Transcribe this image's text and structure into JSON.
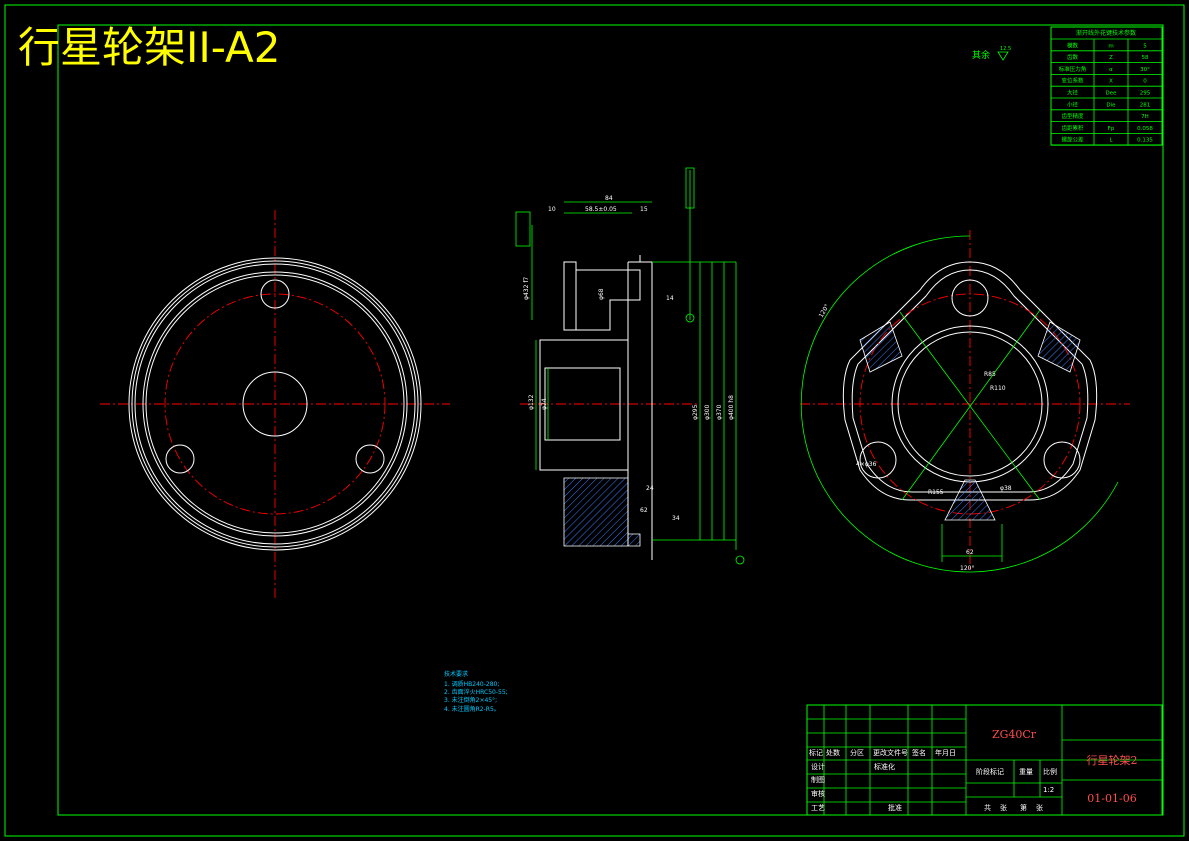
{
  "sheet": {
    "title": "行星轮架II-A2",
    "surface_note": "其余",
    "surface_mark": "12.5"
  },
  "gear_table": {
    "heading": "渐开线外花键技术参数",
    "rows": [
      [
        "模数",
        "m",
        "5"
      ],
      [
        "齿数",
        "Z",
        "58"
      ],
      [
        "标准压力角",
        "α",
        "30°"
      ],
      [
        "变位系数",
        "X",
        "0"
      ],
      [
        "大径",
        "Dee",
        "295"
      ],
      [
        "小径",
        "Die",
        "281"
      ],
      [
        "齿型精度",
        "",
        "7H"
      ],
      [
        "齿距累积",
        "Fp",
        "0.058"
      ],
      [
        "螺旋公差",
        "L",
        "0.135"
      ]
    ]
  },
  "section_dims": {
    "top_84": "84",
    "top_58": "58.5±0.05",
    "top_10": "10",
    "top_15": "15",
    "d_left": "φ432 f7",
    "d_132": "φ132",
    "d_74": "φ74",
    "d_68": "φ68",
    "d_295": "φ295",
    "d_300": "φ300",
    "d_370": "φ370",
    "d_outer": "φ400 h8",
    "small_14": "14",
    "small_24": "24",
    "small_34": "34",
    "small_62": "62"
  },
  "right_view": {
    "angle_top": "120°",
    "angle_bottom": "120°",
    "dim_r85": "R85",
    "dim_r110": "R110",
    "dim_hole": "4×φ36",
    "dim_d38": "φ38",
    "dim_width": "62",
    "dim_r_out": "R155"
  },
  "notes": {
    "heading": "技术要求",
    "items": [
      "1. 调质HB240-280;",
      "2. 齿面淬火HRC50-55;",
      "3. 未注倒角2×45°;",
      "4. 未注圆角R2-R5。"
    ]
  },
  "title_block": {
    "material": "ZG40Cr",
    "part_name": "行星轮架2",
    "drawing_no": "01-01-06",
    "scale": "1:2",
    "col_labels": [
      "标记",
      "处数",
      "分区",
      "更改文件号",
      "签名",
      "年月日"
    ],
    "row_labels": [
      "设计",
      "制图",
      "审核",
      "工艺"
    ],
    "std_label": "标准化",
    "approve_label": "批准",
    "stage_label": "阶段标记",
    "weight_label": "重量",
    "scale_label": "比例",
    "sheet_info": [
      "共",
      "张",
      "第",
      "张"
    ]
  }
}
